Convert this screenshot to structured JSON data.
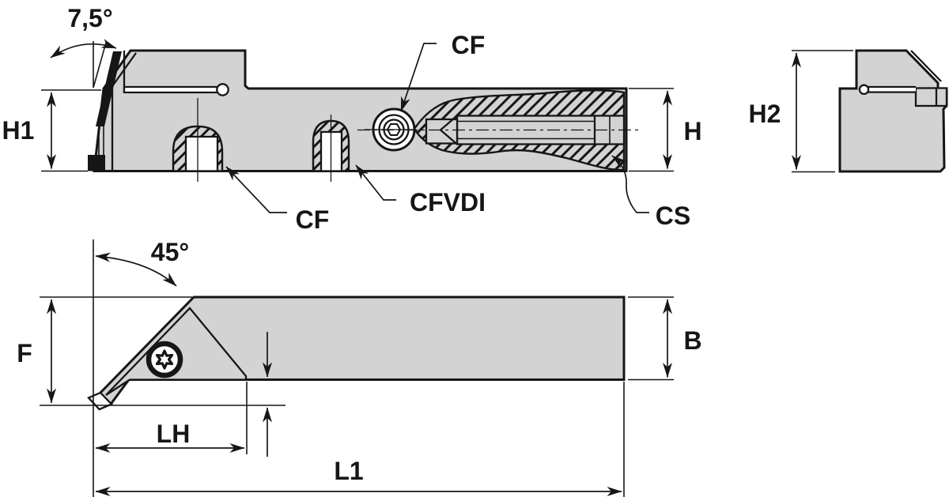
{
  "colors": {
    "background": "#ffffff",
    "body_fill": "#d3d3d3",
    "line": "#161616"
  },
  "labels": {
    "angle_top": "7,5°",
    "h1": "H1",
    "cf_top": "CF",
    "cf_front": "CF",
    "cfvdi": "CFVDI",
    "cs": "CS",
    "h": "H",
    "h2": "H2",
    "angle_45": "45°",
    "f": "F",
    "b": "B",
    "lh": "LH",
    "l1": "L1"
  }
}
